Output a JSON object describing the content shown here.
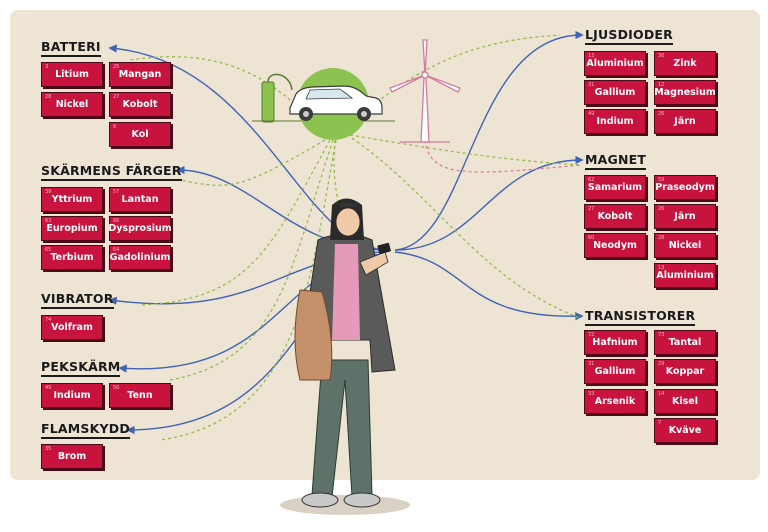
{
  "groups": [
    {
      "id": "batteri",
      "title": "BATTERI",
      "elements": [
        {
          "name": "Litium",
          "number": "3"
        },
        {
          "name": "Mangan",
          "number": "25"
        },
        {
          "name": "Nickel",
          "number": "28"
        },
        {
          "name": "Kobolt",
          "number": "27"
        },
        {
          "name": "Kol",
          "number": "6"
        }
      ]
    },
    {
      "id": "skarmens-farger",
      "title": "SKÄRMENS FÄRGER",
      "elements": [
        {
          "name": "Yttrium",
          "number": "39"
        },
        {
          "name": "Lantan",
          "number": "57"
        },
        {
          "name": "Europium",
          "number": "63"
        },
        {
          "name": "Dysprosium",
          "number": "66"
        },
        {
          "name": "Terbium",
          "number": "65"
        },
        {
          "name": "Gadolinium",
          "number": "64"
        }
      ]
    },
    {
      "id": "vibrator",
      "title": "VIBRATOR",
      "elements": [
        {
          "name": "Volfram",
          "number": "74"
        }
      ]
    },
    {
      "id": "pekskarm",
      "title": "PEKSKÄRM",
      "elements": [
        {
          "name": "Indium",
          "number": "49"
        },
        {
          "name": "Tenn",
          "number": "50"
        }
      ]
    },
    {
      "id": "flamskydd",
      "title": "FLAMSKYDD",
      "elements": [
        {
          "name": "Brom",
          "number": "35"
        }
      ]
    },
    {
      "id": "ljusdioder",
      "title": "LJUSDIODER",
      "elements": [
        {
          "name": "Aluminium",
          "number": "13"
        },
        {
          "name": "Zink",
          "number": "30"
        },
        {
          "name": "Gallium",
          "number": "31"
        },
        {
          "name": "Magnesium",
          "number": "12"
        },
        {
          "name": "Indium",
          "number": "49"
        },
        {
          "name": "Järn",
          "number": "26"
        }
      ]
    },
    {
      "id": "magnet",
      "title": "MAGNET",
      "elements": [
        {
          "name": "Samarium",
          "number": "62"
        },
        {
          "name": "Praseodym",
          "number": "59"
        },
        {
          "name": "Kobolt",
          "number": "27"
        },
        {
          "name": "Järn",
          "number": "26"
        },
        {
          "name": "Neodym",
          "number": "60"
        },
        {
          "name": "Nickel",
          "number": "28"
        },
        {
          "name": "Aluminium",
          "number": "13"
        }
      ]
    },
    {
      "id": "transistorer",
      "title": "TRANSISTORER",
      "elements": [
        {
          "name": "Hafnium",
          "number": "72"
        },
        {
          "name": "Tantal",
          "number": "73"
        },
        {
          "name": "Gallium",
          "number": "31"
        },
        {
          "name": "Koppar",
          "number": "29"
        },
        {
          "name": "Arsenik",
          "number": "33"
        },
        {
          "name": "Kisel",
          "number": "14"
        },
        {
          "name": "Kväve",
          "number": "7"
        }
      ]
    }
  ],
  "illustration": {
    "icons": [
      "woman-with-phone-icon",
      "electric-car-icon",
      "charger-icon",
      "wind-turbine-icon"
    ]
  },
  "colors": {
    "tile": "#c8133e",
    "tile_border": "#4a0a18",
    "background": "#ede4d3",
    "blue_line": "#3f63b5",
    "green_line": "#8fb847",
    "pink_line": "#e0759a",
    "green_circle": "#8cc24f"
  }
}
